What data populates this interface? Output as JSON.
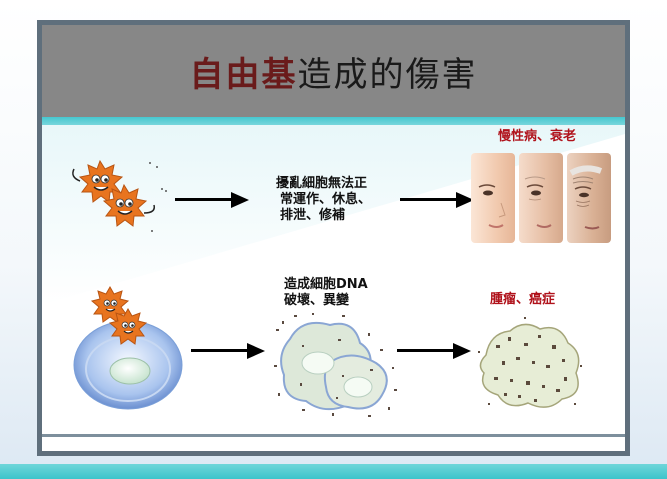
{
  "slide": {
    "title_highlight": "自由基",
    "title_rest": "造成的傷害"
  },
  "row1": {
    "effect_lines": [
      "擾亂細胞無法正",
      "常運作、休息、",
      "排泄、修補"
    ],
    "result": "慢性病、衰老"
  },
  "row2": {
    "effect_lines": [
      "造成細胞DNA",
      "破壞、異變"
    ],
    "result": "腫瘤、癌症"
  },
  "colors": {
    "title_highlight": "#6a1b1b",
    "result_text": "#b0121b",
    "frame": "#5f6f7c",
    "title_bar": "#878787",
    "accent": "#46c7cf"
  }
}
